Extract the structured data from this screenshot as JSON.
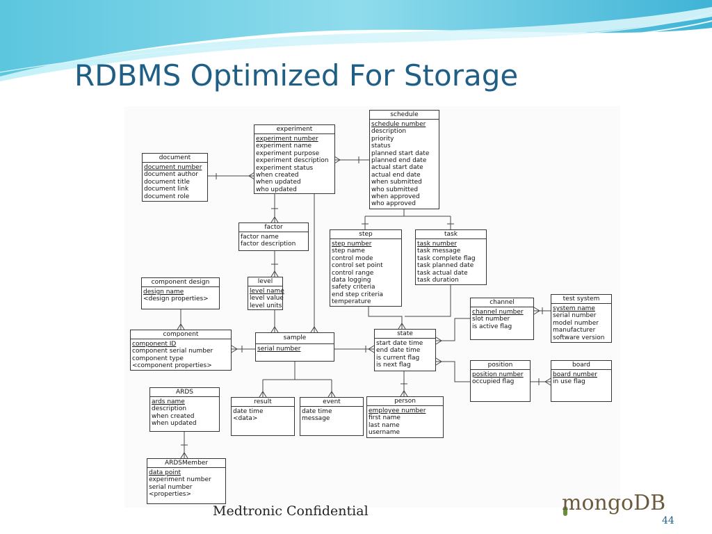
{
  "slide": {
    "title": "RDBMS Optimized For Storage",
    "footer_text": "Medtronic Confidential",
    "logo_text": "mongoDB",
    "page_number": "44"
  },
  "entities": {
    "experiment": {
      "name": "experiment",
      "keys": [
        "experiment number"
      ],
      "attrs": [
        "experiment name",
        "experiment purpose",
        "experiment description",
        "experiment status",
        "when created",
        "when updated",
        "who updated"
      ]
    },
    "schedule": {
      "name": "schedule",
      "keys": [
        "schedule number"
      ],
      "attrs": [
        "description",
        "priority",
        "status",
        "planned start date",
        "planned end date",
        "actual start date",
        "actual end date",
        "when submitted",
        "who submitted",
        "when approved",
        "who approved"
      ]
    },
    "document": {
      "name": "document",
      "keys": [
        "document number"
      ],
      "attrs": [
        "document author",
        "document title",
        "document link",
        "document role"
      ]
    },
    "factor": {
      "name": "factor",
      "keys": [],
      "attrs": [
        "factor name",
        "factor description"
      ]
    },
    "step": {
      "name": "step",
      "keys": [
        "step number"
      ],
      "attrs": [
        "step name",
        "control mode",
        "control set point",
        "control range",
        "data logging",
        "safety criteria",
        "end step criteria",
        "temperature"
      ]
    },
    "task": {
      "name": "task",
      "keys": [
        "task number"
      ],
      "attrs": [
        "task message",
        "task complete flag",
        "task planned date",
        "task actual date",
        "task duration"
      ]
    },
    "component_design": {
      "name": "component design",
      "keys": [
        "design name"
      ],
      "attrs": [
        "<design properties>"
      ]
    },
    "level": {
      "name": "level",
      "keys": [
        "level name"
      ],
      "attrs": [
        "level value",
        "level units"
      ]
    },
    "channel": {
      "name": "channel",
      "keys": [
        "channel number"
      ],
      "attrs": [
        "slot number",
        "is active flag"
      ]
    },
    "test_system": {
      "name": "test system",
      "keys": [
        "system name"
      ],
      "attrs": [
        "serial number",
        "model number",
        "manufacturer",
        "software version"
      ]
    },
    "component": {
      "name": "component",
      "keys": [
        "component ID"
      ],
      "attrs": [
        "component serial number",
        "component type",
        "<component properties>"
      ]
    },
    "sample": {
      "name": "sample",
      "keys": [
        "serial number"
      ],
      "attrs": []
    },
    "state": {
      "name": "state",
      "keys": [],
      "attrs": [
        "start date time",
        "end date time",
        "is current flag",
        "is next flag"
      ]
    },
    "position": {
      "name": "position",
      "keys": [
        "position number"
      ],
      "attrs": [
        "occupied flag"
      ]
    },
    "board": {
      "name": "board",
      "keys": [
        "board number"
      ],
      "attrs": [
        "in use flag"
      ]
    },
    "ards": {
      "name": "ARDS",
      "keys": [
        "ards name"
      ],
      "attrs": [
        "description",
        "when created",
        "when updated"
      ]
    },
    "result": {
      "name": "result",
      "keys": [],
      "attrs": [
        "date time",
        "<data>"
      ]
    },
    "event": {
      "name": "event",
      "keys": [],
      "attrs": [
        "date time",
        "message"
      ]
    },
    "person": {
      "name": "person",
      "keys": [
        "employee number"
      ],
      "attrs": [
        "first name",
        "last name",
        "username"
      ]
    },
    "ardsmember": {
      "name": "ARDSMember",
      "keys": [
        "data point"
      ],
      "attrs": [
        "experiment number",
        "serial number",
        "<properties>"
      ]
    }
  }
}
